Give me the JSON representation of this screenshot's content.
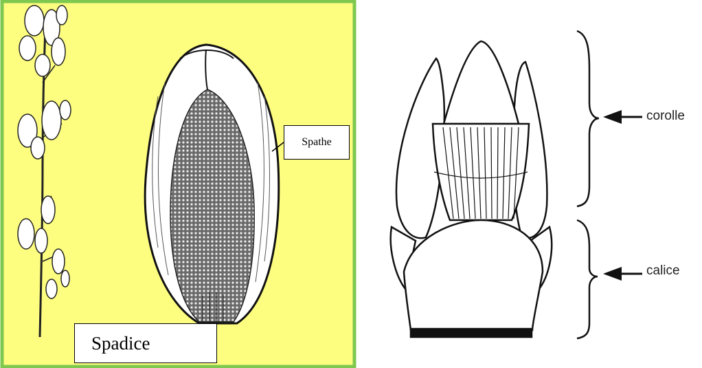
{
  "left_panel": {
    "background_color": "#fdfd80",
    "border_color": "#7ec850",
    "labels": {
      "spathe": "Spathe",
      "spadice": "Spadice"
    }
  },
  "right_panel": {
    "labels": {
      "corolle": "corolle",
      "calice": "calice"
    }
  }
}
